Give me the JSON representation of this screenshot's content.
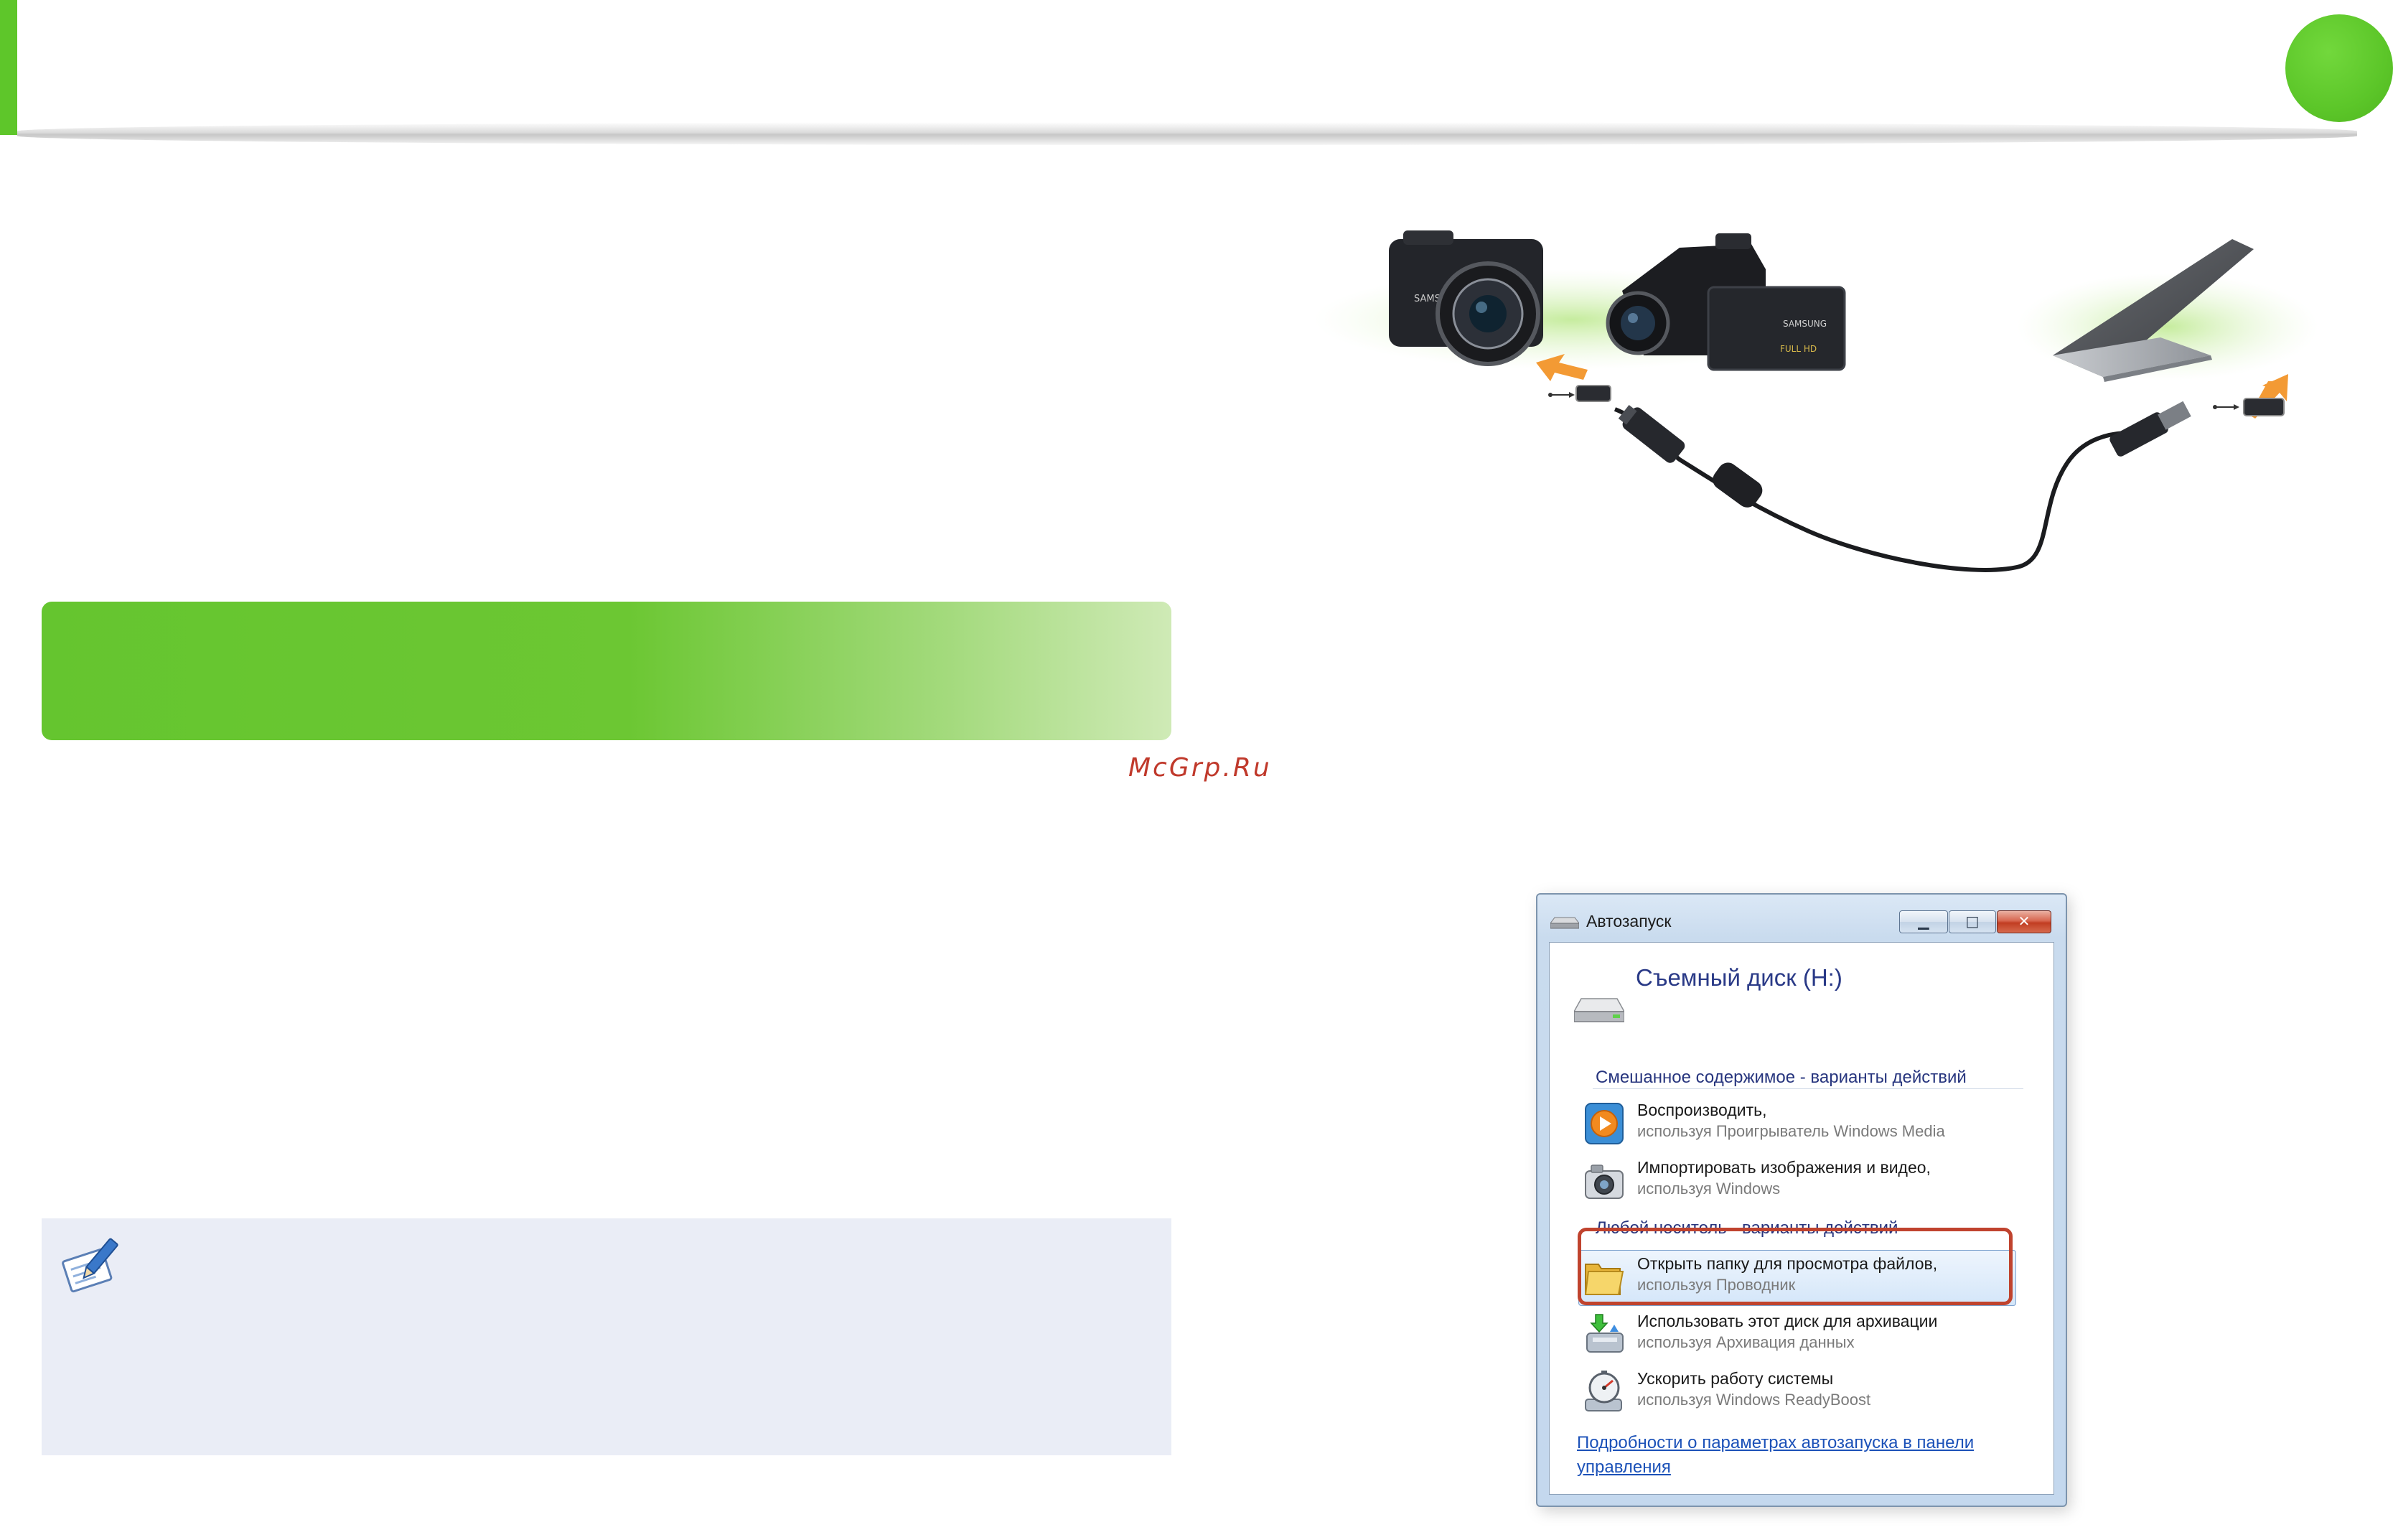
{
  "watermark": "McGrp.Ru",
  "colors": {
    "accent_green": "#5ec62a",
    "note_panel": "#eaedf6",
    "callout_red": "#c0432e",
    "dialog_heading": "#2a3a87",
    "link_blue": "#1b51b8"
  },
  "illustration": {
    "camera_brand": "SAMSUNG",
    "camcorder_brand": "SAMSUNG",
    "camcorder_badge": "FULL HD",
    "icons": [
      "digital-camera",
      "camcorder",
      "laptop",
      "usb-cable",
      "usb-symbol",
      "arrow"
    ]
  },
  "autoplay": {
    "window_title": "Автозапуск",
    "device_title": "Съемный диск (H:)",
    "section_mixed": "Смешанное содержимое - варианты действий",
    "section_any": "Любой носитель - варианты действий",
    "options": [
      {
        "label": "Воспроизводить,",
        "sub": "используя Проигрыватель Windows Media",
        "icon": "media-player-icon"
      },
      {
        "label": "Импортировать изображения и видео,",
        "sub": "используя Windows",
        "icon": "camera-import-icon"
      },
      {
        "label": "Открыть папку для просмотра файлов,",
        "sub": "используя Проводник",
        "icon": "folder-icon",
        "selected": true
      },
      {
        "label": "Использовать этот диск для архивации",
        "sub": "используя Архивация данных",
        "icon": "backup-icon"
      },
      {
        "label": "Ускорить работу системы",
        "sub": "используя Windows ReadyBoost",
        "icon": "readyboost-icon"
      }
    ],
    "control_panel_link": "Подробности о параметрах автозапуска в панели управления",
    "window_buttons": {
      "minimize": "minimize-icon",
      "maximize": "maximize-icon",
      "close": "close-icon"
    }
  }
}
